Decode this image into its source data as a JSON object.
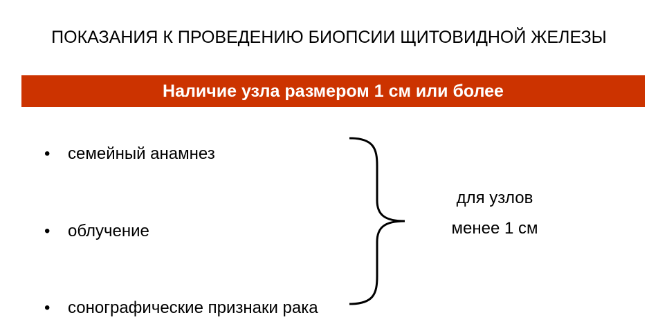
{
  "title": "ПОКАЗАНИЯ К ПРОВЕДЕНИЮ БИОПСИИ ЩИТОВИДНОЙ ЖЕЛЕЗЫ",
  "banner": {
    "text": "Наличие узла размером 1 см или более",
    "color": "#cc3300"
  },
  "items": [
    {
      "bullet": "•",
      "text": "семейный анамнез"
    },
    {
      "bullet": "•",
      "text": "облучение"
    },
    {
      "bullet": "•",
      "text": "сонографические признаки рака"
    }
  ],
  "note": {
    "line1": "для узлов",
    "line2": "менее 1 см"
  }
}
